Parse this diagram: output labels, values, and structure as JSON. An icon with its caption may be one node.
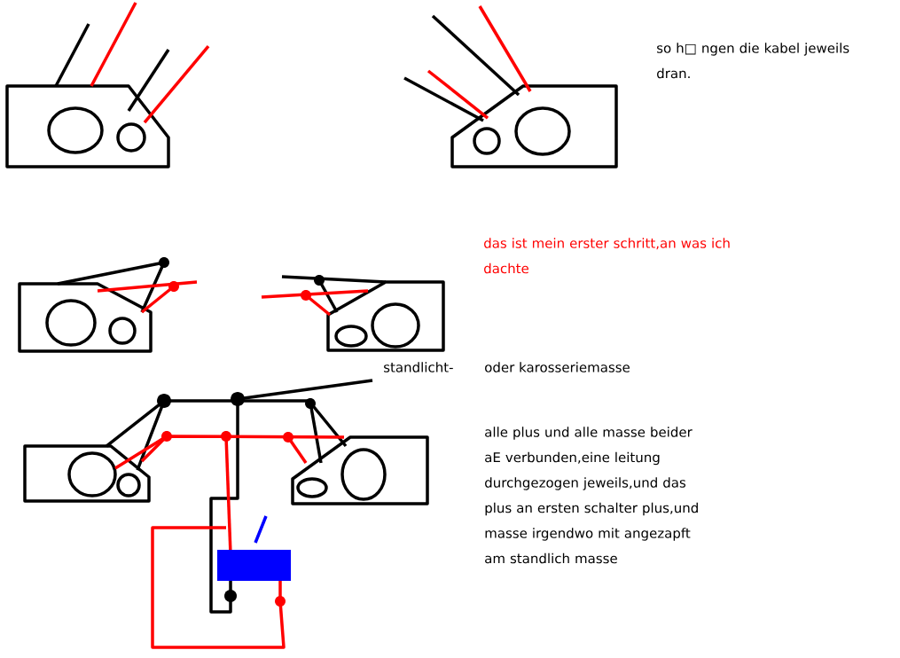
{
  "diagram": {
    "labels": [
      "so h□ ngen die kabel jeweils dran.",
      "das ist mein erster schritt,an was ich dachte",
      "standlicht-",
      "oder karosseriemasse",
      "alle plus und alle masse beider aE verbunden,eine leitung durchgezogen jeweils,und das plus an ersten schalter plus,und masse irgendwo mit angezapft am standlich masse"
    ]
  }
}
